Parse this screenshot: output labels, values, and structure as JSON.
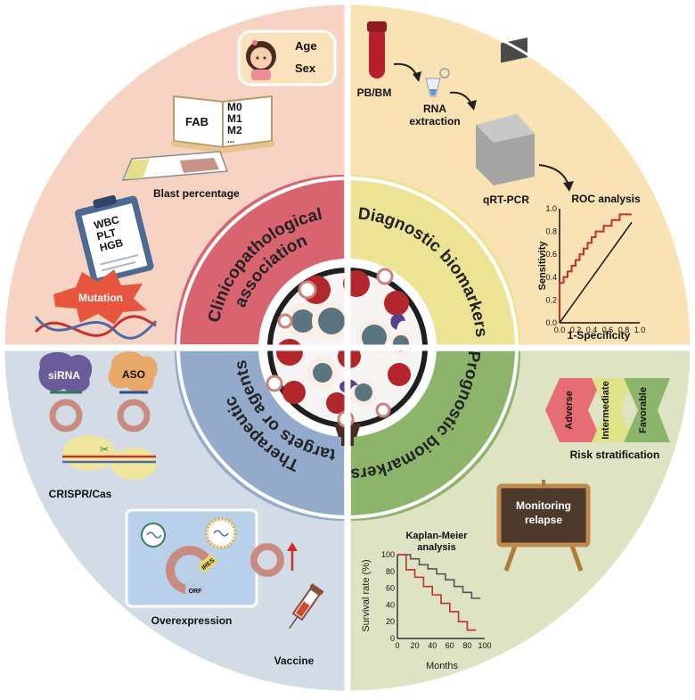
{
  "colors": {
    "q1_bg": "#f6d3c2",
    "q2_bg": "#f9e2b4",
    "q3_bg": "#d3dbe7",
    "q4_bg": "#dde3c3",
    "ring_clin": "#d9636f",
    "ring_diag": "#ece494",
    "ring_ther": "#93aacb",
    "ring_prog": "#8cb46a"
  },
  "ring": {
    "clinicopathological": [
      "Clinicopathological",
      "association"
    ],
    "diagnostic": "Diagnostic biomarkers",
    "therapeutic": [
      "Therapeutic",
      "targets or agents"
    ],
    "prognostic": "Prognostic biomarkers"
  },
  "clinical": {
    "age": "Age",
    "sex": "Sex",
    "fab": "FAB",
    "fab_subtypes": [
      "M0",
      "M1",
      "M2",
      "..."
    ],
    "blast": "Blast percentage",
    "blood_counts": [
      "WBC",
      "PLT",
      "HGB"
    ],
    "mutation": "Mutation"
  },
  "diagnostic": {
    "sample": "PB/BM",
    "extraction": [
      "RNA",
      "extraction"
    ],
    "pcr": "qRT-PCR",
    "roc_title": "ROC analysis",
    "roc_xlabel": "1-Specificity",
    "roc_ylabel": "Sensitivity",
    "roc_ticks": [
      "0.0",
      "0.2",
      "0.4",
      "0.6",
      "0.8",
      "1.0"
    ]
  },
  "therapeutic": {
    "sirna": "siRNA",
    "aso": "ASO",
    "crispr": "CRISPR/Cas",
    "ires": "IRES",
    "orf": "ORF",
    "overexpression": "Overexpression",
    "vaccine": "Vaccine"
  },
  "prognostic": {
    "adverse": "Adverse",
    "intermediate": "Intermediate",
    "favorable": "Favorable",
    "risk": "Risk stratification",
    "monitoring": [
      "Monitoring",
      "relapse"
    ],
    "km_title": [
      "Kaplan-Meier",
      "analysis"
    ],
    "km_ylabel": "Survival rate (%)",
    "km_xlabel": "Months",
    "km_yticks": [
      "100",
      "80",
      "60",
      "40",
      "20",
      "0"
    ],
    "km_xticks": [
      "0",
      "20",
      "40",
      "60",
      "80",
      "100"
    ]
  },
  "chart_data": [
    {
      "type": "line",
      "title": "ROC analysis",
      "xlabel": "1-Specificity",
      "ylabel": "Sensitivity",
      "xlim": [
        0,
        1
      ],
      "ylim": [
        0,
        1
      ],
      "series": [
        {
          "x": [
            0,
            0,
            0.05,
            0.05,
            0.1,
            0.1,
            0.15,
            0.15,
            0.2,
            0.2,
            0.25,
            0.25,
            0.3,
            0.3,
            0.35,
            0.35,
            0.4,
            0.4,
            0.45,
            0.45,
            0.55,
            0.55,
            0.65,
            0.65,
            0.75,
            0.75,
            0.9
          ],
          "y": [
            0,
            0.35,
            0.35,
            0.4,
            0.4,
            0.45,
            0.45,
            0.5,
            0.5,
            0.55,
            0.55,
            0.6,
            0.6,
            0.65,
            0.65,
            0.7,
            0.7,
            0.75,
            0.75,
            0.8,
            0.8,
            0.85,
            0.85,
            0.9,
            0.9,
            0.95,
            0.95
          ]
        },
        {
          "x": [
            0,
            0.9
          ],
          "y": [
            0,
            0.88
          ]
        }
      ]
    },
    {
      "type": "line",
      "title": "Kaplan-Meier analysis",
      "xlabel": "Months",
      "ylabel": "Survival rate (%)",
      "xlim": [
        0,
        100
      ],
      "ylim": [
        0,
        100
      ],
      "series": [
        {
          "color": "#555555",
          "x": [
            0,
            15,
            15,
            25,
            25,
            35,
            35,
            45,
            45,
            55,
            55,
            65,
            65,
            75,
            75,
            85,
            85,
            95
          ],
          "y": [
            100,
            100,
            95,
            95,
            88,
            88,
            83,
            83,
            77,
            77,
            70,
            70,
            62,
            62,
            55,
            55,
            48,
            48
          ]
        },
        {
          "color": "#c0302c",
          "x": [
            0,
            10,
            10,
            20,
            20,
            30,
            30,
            40,
            40,
            50,
            50,
            60,
            60,
            70,
            70,
            80,
            80,
            90
          ],
          "y": [
            100,
            100,
            82,
            82,
            73,
            73,
            62,
            62,
            52,
            52,
            42,
            42,
            32,
            32,
            20,
            20,
            10,
            10
          ]
        }
      ]
    }
  ]
}
